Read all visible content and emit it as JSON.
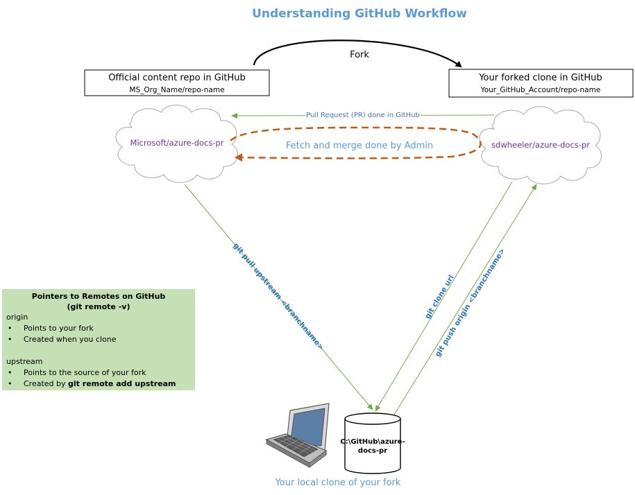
{
  "title": "Understanding GitHub Workflow",
  "fork_label": "Fork",
  "official_repo": {
    "title": "Official content repo in GitHub",
    "path": "MS_Org_Name/repo-name"
  },
  "forked_repo": {
    "title": "Your forked clone in GitHub",
    "path": "Your_GitHub_Account/repo-name"
  },
  "pull_request_label": "Pull Request (PR) done in GitHub",
  "upstream_cloud_label": "Microsoft/azure-docs-pr",
  "fork_cloud_label": "sdwheeler/azure-docs-pr",
  "fetch_merge_label": "Fetch and merge done by Admin",
  "git_pull_label": "git pull upstream <branchname>",
  "git_clone_label": "git clone url",
  "git_push_label": "git push origin <branchname>",
  "local_db": {
    "line1": "C:\\GitHub\\azure-",
    "line2": "docs-pr"
  },
  "local_clone_label": "Your local clone of your fork",
  "pointers": {
    "title_line1": "Pointers to Remotes on GitHub",
    "title_line2": "(git remote -v)",
    "origin": {
      "name": "origin",
      "items": [
        "Points to your fork",
        "Created when you clone"
      ]
    },
    "upstream": {
      "name": "upstream",
      "item1": "Points to the source of your fork",
      "item2_prefix": "Created by ",
      "item2_command": "git remote add upstream"
    }
  },
  "colors": {
    "title": "#5b9bd5",
    "cloud_label": "#7030a0",
    "green_arrow": "#70ad47",
    "fetch_arrow": "#c55a11",
    "edge_label": "#2e75b6",
    "panel_bg": "#c5e0b4"
  }
}
